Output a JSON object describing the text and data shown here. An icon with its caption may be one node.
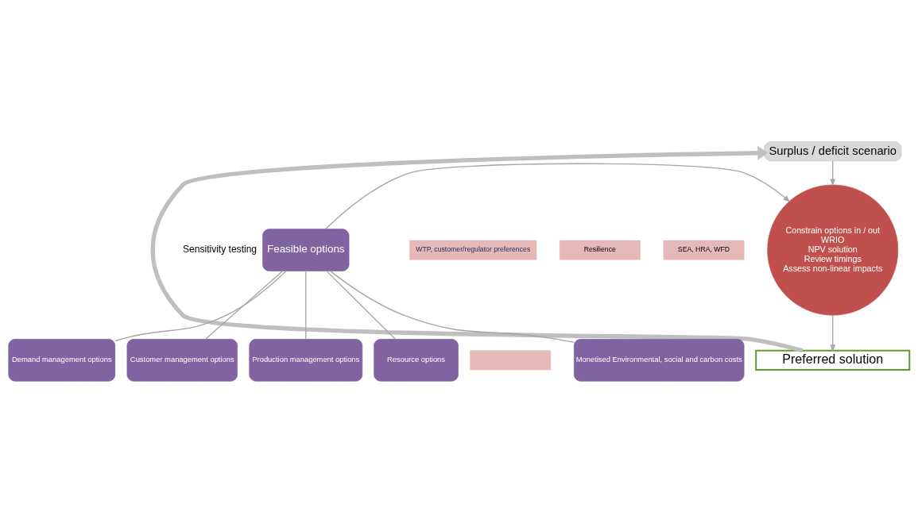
{
  "diagram": {
    "nodes": [
      {
        "text": [
          "Surplus / deficit scenario"
        ]
      },
      {
        "text": [
          "Constrain options in / out",
          "WRIO",
          "NPV solution",
          "Review timings",
          "Assess non-linear impacts"
        ]
      },
      {
        "text": [
          "Preferred solution"
        ]
      },
      {
        "text": [
          "Feasible options"
        ]
      },
      {
        "text": [
          "Monetised Environmental, social and carbon costs"
        ]
      },
      {
        "text": [
          "Demand management options"
        ]
      },
      {
        "text": [
          "Customer management options"
        ]
      },
      {
        "text": [
          "Production management options"
        ]
      },
      {
        "text": [
          "Resource options"
        ]
      },
      {
        "text": [
          "WTP, customer/regulator preferences"
        ]
      },
      {
        "text": [
          "Resilience"
        ]
      },
      {
        "text": [
          "SEA, HRA, WFD"
        ]
      },
      {
        "text": [],
        "shape": "box"
      }
    ],
    "edges": [
      {
        "from": 0,
        "to": 1,
        "arrow": "to"
      },
      {
        "from": 1,
        "to": 2,
        "arrow": "to"
      },
      {
        "from": 3,
        "to": 1,
        "arrow": "to"
      },
      {
        "from": 3,
        "to": 4,
        "arrow": "none"
      },
      {
        "from": 3,
        "to": 5,
        "arrow": "none"
      },
      {
        "from": 3,
        "to": 6,
        "arrow": "none"
      },
      {
        "from": 3,
        "to": 7,
        "arrow": "none"
      },
      {
        "from": 3,
        "to": 8,
        "arrow": "none"
      },
      {
        "from": 2,
        "to": 0,
        "arrow": "to",
        "label": "Sensitivity testing",
        "style": "thick",
        "color": "#bfbfbf"
      }
    ]
  }
}
